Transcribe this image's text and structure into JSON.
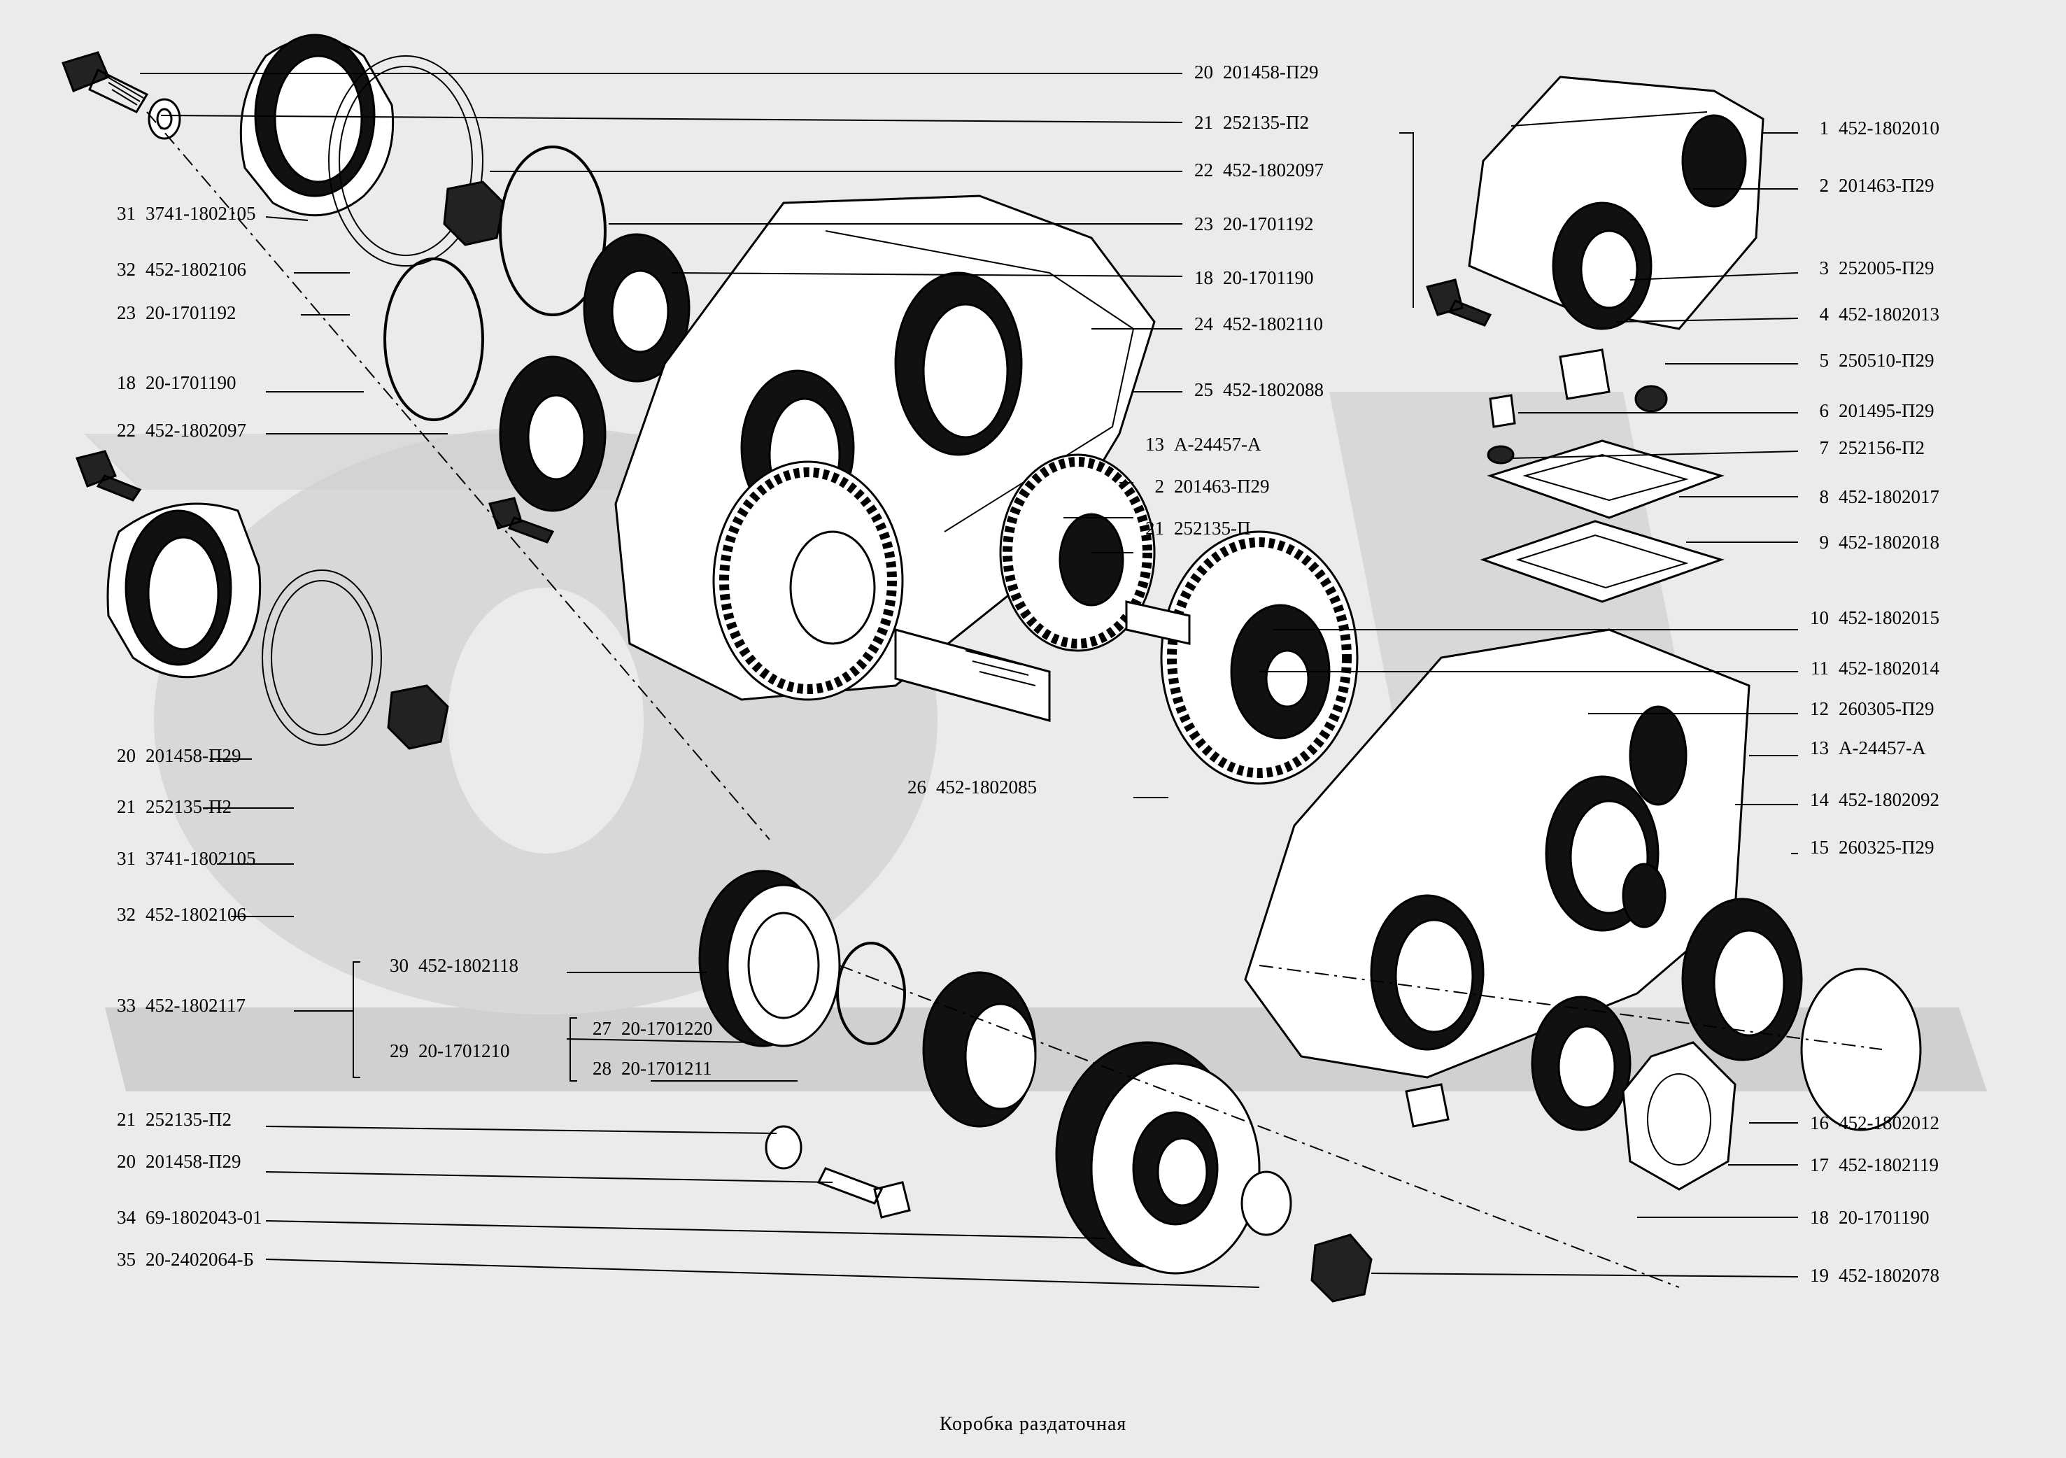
{
  "title": "Коробка раздаточная",
  "callouts_left": [
    {
      "num": "31",
      "code": "3741-1802105"
    },
    {
      "num": "32",
      "code": "452-1802106"
    },
    {
      "num": "23",
      "code": "20-1701192"
    },
    {
      "num": "18",
      "code": "20-1701190"
    },
    {
      "num": "22",
      "code": "452-1802097"
    },
    {
      "num": "20",
      "code": "201458-П29"
    },
    {
      "num": "21",
      "code": "252135-П2"
    },
    {
      "num": "31",
      "code": "3741-1802105"
    },
    {
      "num": "32",
      "code": "452-1802106"
    },
    {
      "num": "33",
      "code": "452-1802117"
    },
    {
      "num": "21",
      "code": "252135-П2"
    },
    {
      "num": "20",
      "code": "201458-П29"
    },
    {
      "num": "34",
      "code": "69-1802043-01"
    },
    {
      "num": "35",
      "code": "20-2402064-Б"
    }
  ],
  "callouts_top": [
    {
      "num": "20",
      "code": "201458-П29"
    },
    {
      "num": "21",
      "code": "252135-П2"
    },
    {
      "num": "22",
      "code": "452-1802097"
    },
    {
      "num": "23",
      "code": "20-1701192"
    },
    {
      "num": "18",
      "code": "20-1701190"
    },
    {
      "num": "24",
      "code": "452-1802110"
    },
    {
      "num": "25",
      "code": "452-1802088"
    },
    {
      "num": "13",
      "code": "А-24457-А"
    },
    {
      "num": "2",
      "code": "201463-П29"
    },
    {
      "num": "21",
      "code": "252135-П"
    }
  ],
  "callouts_center": [
    {
      "num": "26",
      "code": "452-1802085"
    },
    {
      "num": "30",
      "code": "452-1802118"
    },
    {
      "num": "29",
      "code": "20-1701210"
    },
    {
      "num": "27",
      "code": "20-1701220"
    },
    {
      "num": "28",
      "code": "20-1701211"
    }
  ],
  "callouts_right": [
    {
      "num": "1",
      "code": "452-1802010"
    },
    {
      "num": "2",
      "code": "201463-П29"
    },
    {
      "num": "3",
      "code": "252005-П29"
    },
    {
      "num": "4",
      "code": "452-1802013"
    },
    {
      "num": "5",
      "code": "250510-П29"
    },
    {
      "num": "6",
      "code": "201495-П29"
    },
    {
      "num": "7",
      "code": "252156-П2"
    },
    {
      "num": "8",
      "code": "452-1802017"
    },
    {
      "num": "9",
      "code": "452-1802018"
    },
    {
      "num": "10",
      "code": "452-1802015"
    },
    {
      "num": "11",
      "code": "452-1802014"
    },
    {
      "num": "12",
      "code": "260305-П29"
    },
    {
      "num": "13",
      "code": "А-24457-А"
    },
    {
      "num": "14",
      "code": "452-1802092"
    },
    {
      "num": "15",
      "code": "260325-П29"
    },
    {
      "num": "16",
      "code": "452-1802012"
    },
    {
      "num": "17",
      "code": "452-1802119"
    },
    {
      "num": "18",
      "code": "20-1701190"
    },
    {
      "num": "19",
      "code": "452-1802078"
    }
  ]
}
